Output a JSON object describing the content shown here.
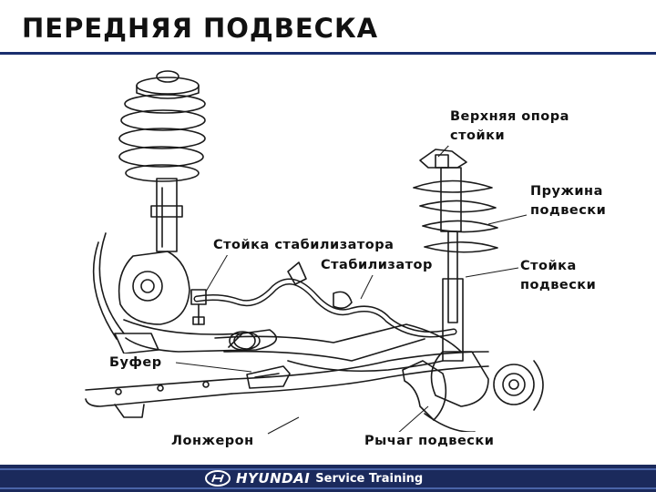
{
  "title": "ПЕРЕДНЯЯ ПОДВЕСКА",
  "labels": {
    "top_mount": "Верхняя опора\nстойки",
    "spring": "Пружина\nподвески",
    "stabilizer_link": "Стойка стабилизатора",
    "stabilizer": "Стабилизатор",
    "strut": "Стойка\nподвески",
    "bumper": "Буфер",
    "side_member": "Лонжерон",
    "control_arm": "Рычаг подвески"
  },
  "footer": {
    "brand": "HYUNDAI",
    "subtitle": "Service Training"
  },
  "colors": {
    "title_rule": "#1a2e6e",
    "footer_bar": "#1b2a5c",
    "footer_stripe": "#4a64a8",
    "line_art": "#1a1a1a"
  }
}
